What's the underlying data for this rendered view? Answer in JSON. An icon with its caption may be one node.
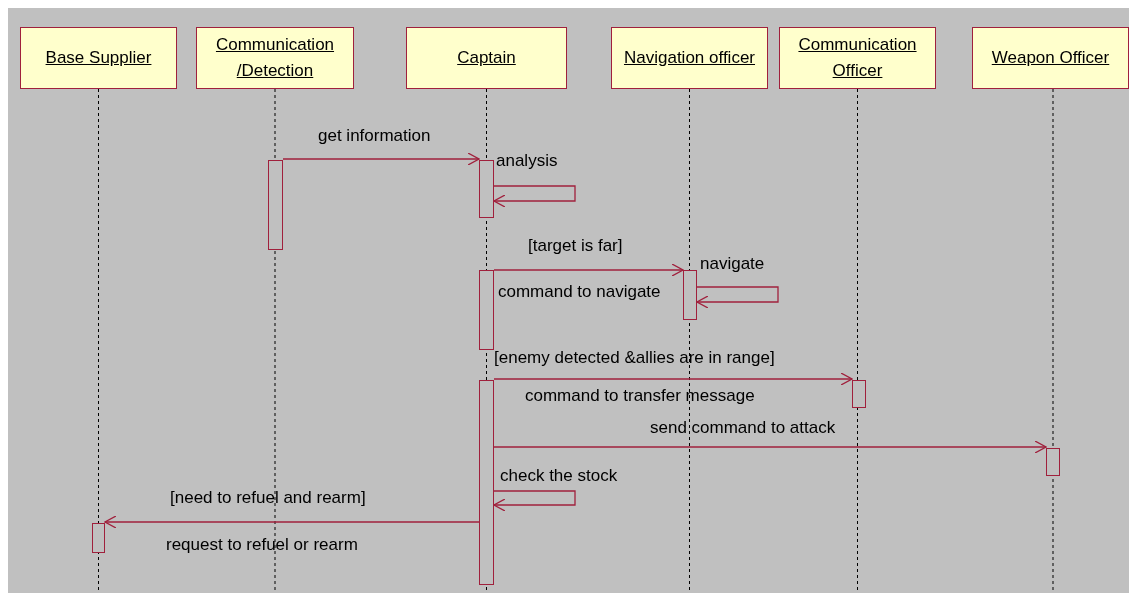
{
  "diagram": {
    "nodes": [
      {
        "text": [
          "Base Supplier"
        ]
      },
      {
        "text": [
          "Communication /Detection"
        ]
      },
      {
        "text": [
          "Captain"
        ]
      },
      {
        "text": [
          "Navigation officer"
        ]
      },
      {
        "text": [
          "Communication Officer"
        ]
      },
      {
        "text": [
          "Weapon Officer"
        ]
      },
      {
        "text": [],
        "shape": "bar"
      },
      {
        "text": [],
        "shape": "bar"
      },
      {
        "text": [],
        "shape": "bar"
      },
      {
        "text": [],
        "shape": "bar"
      },
      {
        "text": [],
        "shape": "bar"
      },
      {
        "text": [],
        "shape": "bar"
      },
      {
        "text": [],
        "shape": "bar"
      },
      {
        "text": [],
        "shape": "bar"
      }
    ],
    "edges": [
      {
        "from": 6,
        "to": 7,
        "arrow": "to",
        "label": "get information"
      },
      {
        "from": 7,
        "to": 7,
        "arrow": "to",
        "label": "analysis"
      },
      {
        "from": 9,
        "to": 8,
        "arrow": "to",
        "label": "command to navigate"
      },
      {
        "from": 8,
        "to": 8,
        "arrow": "to",
        "label": "navigate"
      },
      {
        "from": 11,
        "to": 10,
        "arrow": "to",
        "label": "command to transfer message"
      },
      {
        "from": 11,
        "to": 12,
        "arrow": "to",
        "label": "send command to attack"
      },
      {
        "from": 11,
        "to": 11,
        "arrow": "to",
        "label": "check the stock"
      },
      {
        "from": 11,
        "to": 13,
        "arrow": "to",
        "label": "request to refuel or rearm"
      }
    ],
    "labels": [
      "[target is far]",
      "[enemy detected &allies are in range]",
      "[need to refuel and rearm]"
    ]
  }
}
